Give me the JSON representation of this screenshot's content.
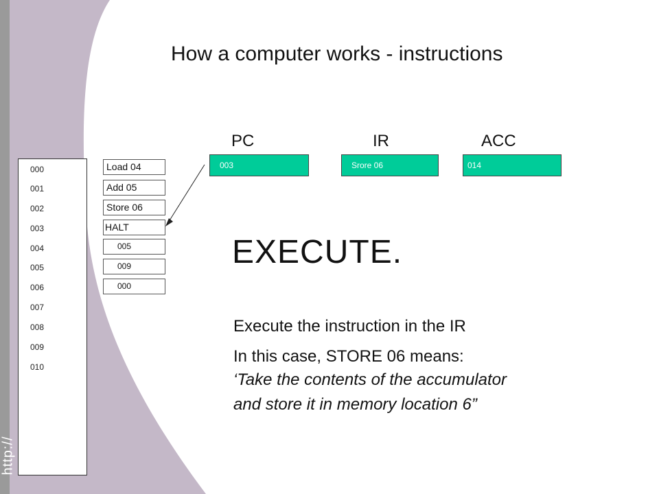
{
  "title": "How a computer works - instructions",
  "memory": {
    "addresses": [
      "000",
      "001",
      "002",
      "003",
      "004",
      "005",
      "006",
      "007",
      "008",
      "009",
      "010"
    ],
    "contents": [
      "Load 04",
      "Add 05",
      "Store 06",
      "HALT",
      "005",
      "009",
      "000"
    ]
  },
  "registers": {
    "pc": {
      "label": "PC",
      "value": "003"
    },
    "ir": {
      "label": "IR",
      "value": "Srore 06"
    },
    "acc": {
      "label": "ACC",
      "value": "014"
    }
  },
  "heading": "EXECUTE.",
  "description": {
    "line1": "Execute the instruction in the IR",
    "line2": "In this case, STORE 06  means:",
    "line3": "‘Take the contents of the accumulator",
    "line4": "and store it in memory location 6”"
  },
  "side_label": "http://",
  "colors": {
    "register_fill": "#00cc99",
    "side_band": "#c4b8c8"
  }
}
